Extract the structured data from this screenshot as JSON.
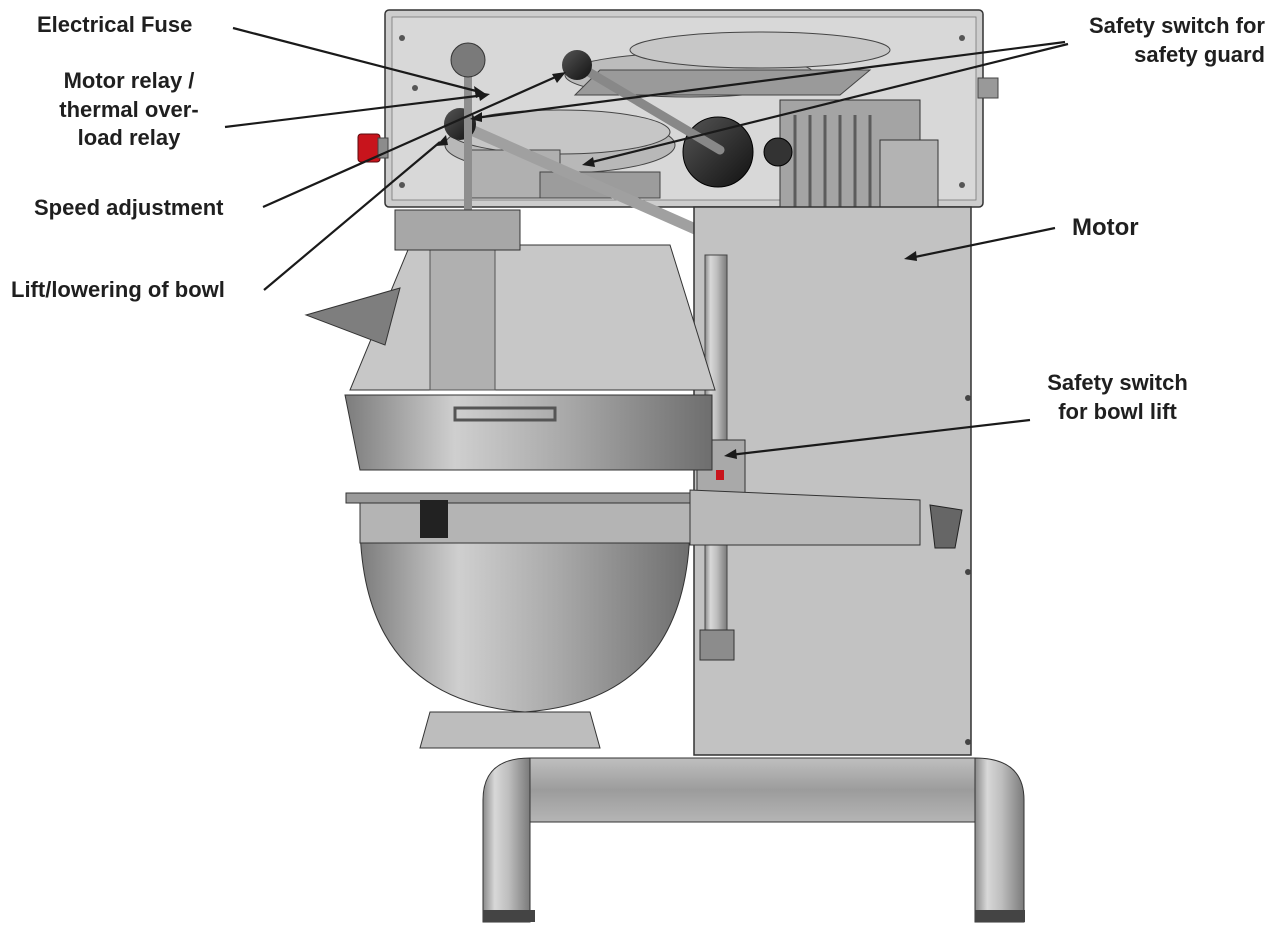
{
  "colors": {
    "text": "#1f1f1f",
    "leader": "#1a1a1a",
    "steel_light": "#d4d4d4",
    "steel_mid": "#a8a8a8",
    "steel_dark": "#6b6b6b",
    "housing": "#c9c9c9",
    "indicator_red": "#c8141c"
  },
  "labels": {
    "electrical_fuse": "Electrical Fuse",
    "motor_relay": [
      "Motor relay /",
      "thermal over-",
      "load relay"
    ],
    "speed_adjustment": "Speed adjustment",
    "lift_lowering": "Lift/lowering of bowl",
    "safety_switch_guard": [
      "Safety switch for",
      "safety guard"
    ],
    "motor": "Motor",
    "safety_switch_bowl": [
      "Safety switch",
      "for bowl lift"
    ]
  }
}
